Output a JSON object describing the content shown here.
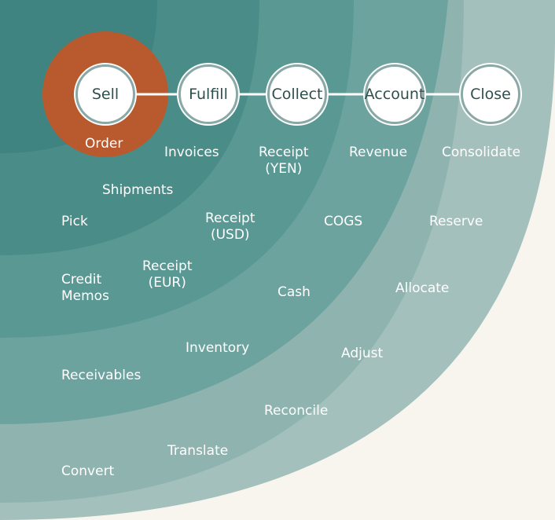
{
  "colors": {
    "background": "#f8f5ef",
    "ring_1": "#3f8480",
    "ring_2": "#4a8c88",
    "ring_3": "#5a9894",
    "ring_4": "#6da39f",
    "ring_5": "#8fb4b0",
    "ring_6": "#a3c0bc",
    "accent": "#b95a2e",
    "node_fill": "#ffffff",
    "label_text": "#ffffff"
  },
  "stages": [
    {
      "name": "Sell"
    },
    {
      "name": "Fulfill"
    },
    {
      "name": "Collect"
    },
    {
      "name": "Account"
    },
    {
      "name": "Close"
    }
  ],
  "labels": {
    "order": "Order",
    "invoices": "Invoices",
    "receipt_yen": "Receipt\n(YEN)",
    "revenue": "Revenue",
    "consolidate": "Consolidate",
    "shipments": "Shipments",
    "pick": "Pick",
    "receipt_usd": "Receipt\n(USD)",
    "cogs": "COGS",
    "reserve": "Reserve",
    "credit_memos": "Credit\nMemos",
    "receipt_eur": "Receipt\n(EUR)",
    "cash": "Cash",
    "allocate": "Allocate",
    "inventory": "Inventory",
    "adjust": "Adjust",
    "receivables": "Receivables",
    "reconcile": "Reconcile",
    "translate": "Translate",
    "convert": "Convert"
  }
}
